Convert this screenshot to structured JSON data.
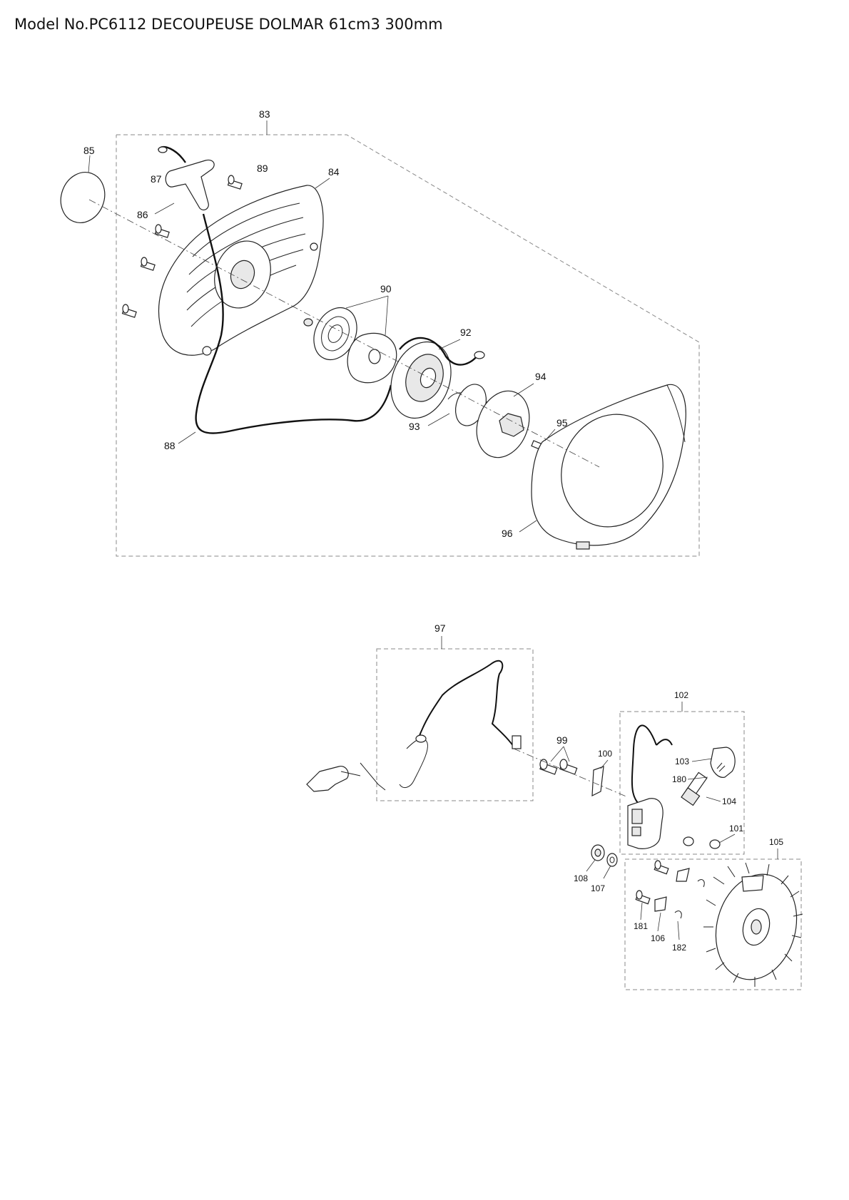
{
  "title": "Model No.PC6112 DECOUPEUSE DOLMAR 61cm3 300mm",
  "callouts": {
    "p83": "83",
    "p84": "84",
    "p85": "85",
    "p86": "86",
    "p87": "87",
    "p88": "88",
    "p89": "89",
    "p90": "90",
    "p92": "92",
    "p93": "93",
    "p94": "94",
    "p95": "95",
    "p96": "96",
    "p97": "97",
    "p99": "99",
    "p100": "100",
    "p101": "101",
    "p102": "102",
    "p103": "103",
    "p104": "104",
    "p105": "105",
    "p106": "106",
    "p107": "107",
    "p108": "108",
    "p180": "180",
    "p181": "181",
    "p182": "182"
  }
}
